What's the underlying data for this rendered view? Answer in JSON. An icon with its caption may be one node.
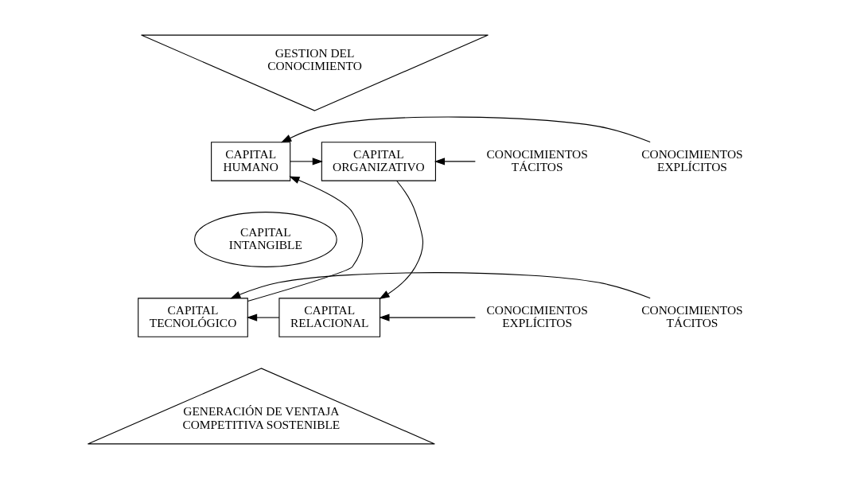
{
  "diagram": {
    "nodes": [
      {
        "text": [
          "GESTION DEL CONOCIMIENTO"
        ]
      },
      {
        "text": [
          "CONOCIMIENTOS EXPLÍCITOS"
        ]
      },
      {
        "text": [
          "CAPITAL HUMANO"
        ]
      },
      {
        "text": [
          "CAPITAL ORGANIZATIVO"
        ]
      },
      {
        "text": [
          "CONOCIMIENTOS TÁCITOS"
        ]
      },
      {
        "text": [
          "CAPITAL INTANGIBLE"
        ]
      },
      {
        "text": [
          "CONOCIMIENTOS TÁCITOS"
        ]
      },
      {
        "text": [
          "CAPITAL TECNOLÓGICO"
        ]
      },
      {
        "text": [
          "CAPITAL RELACIONAL"
        ]
      },
      {
        "text": [
          "CONOCIMIENTOS EXPLÍCITOS"
        ]
      },
      {
        "text": [
          "GENERACIÓN DE VENTAJA COMPETITIVA SOSTENIBLE"
        ]
      }
    ],
    "edges": [
      {
        "from": 1,
        "to": 2,
        "arrow": "to"
      },
      {
        "from": 4,
        "to": 3,
        "arrow": "to"
      },
      {
        "from": 2,
        "to": 3,
        "arrow": "to"
      },
      {
        "from": 3,
        "to": 8,
        "arrow": "to"
      },
      {
        "from": 8,
        "to": 7,
        "arrow": "to"
      },
      {
        "from": 7,
        "to": 2,
        "arrow": "to"
      },
      {
        "from": 6,
        "to": 7,
        "arrow": "to"
      },
      {
        "from": 9,
        "to": 8,
        "arrow": "to"
      }
    ]
  }
}
